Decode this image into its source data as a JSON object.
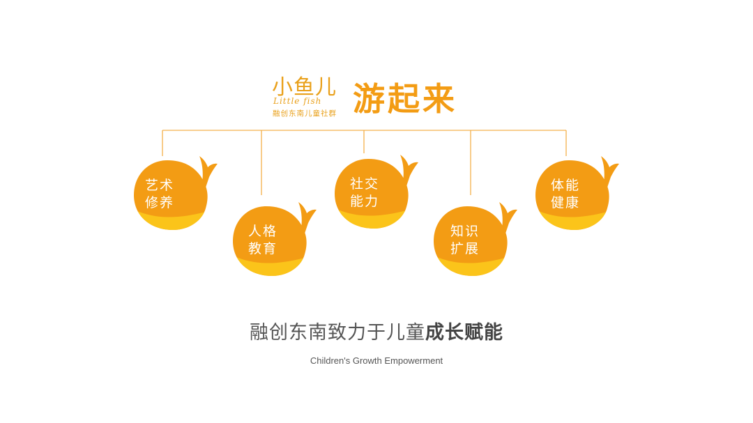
{
  "logo": {
    "name_cn": "小鱼儿",
    "name_en": "Little fish",
    "subtitle": "融创东南儿童社群",
    "slogan": "游起来"
  },
  "colors": {
    "fish_body": "#f39c14",
    "fish_belly": "#fbc41a",
    "line": "#f3b04c",
    "text_dark": "#555555"
  },
  "branches": [
    {
      "line1": "艺术",
      "line2": "修养"
    },
    {
      "line1": "人格",
      "line2": "教育"
    },
    {
      "line1": "社交",
      "line2": "能力"
    },
    {
      "line1": "知识",
      "line2": "扩展"
    },
    {
      "line1": "体能",
      "line2": "健康"
    }
  ],
  "headline": {
    "normal": "融创东南致力于儿童",
    "bold": "成长赋能"
  },
  "subline": "Children's Growth Empowerment"
}
